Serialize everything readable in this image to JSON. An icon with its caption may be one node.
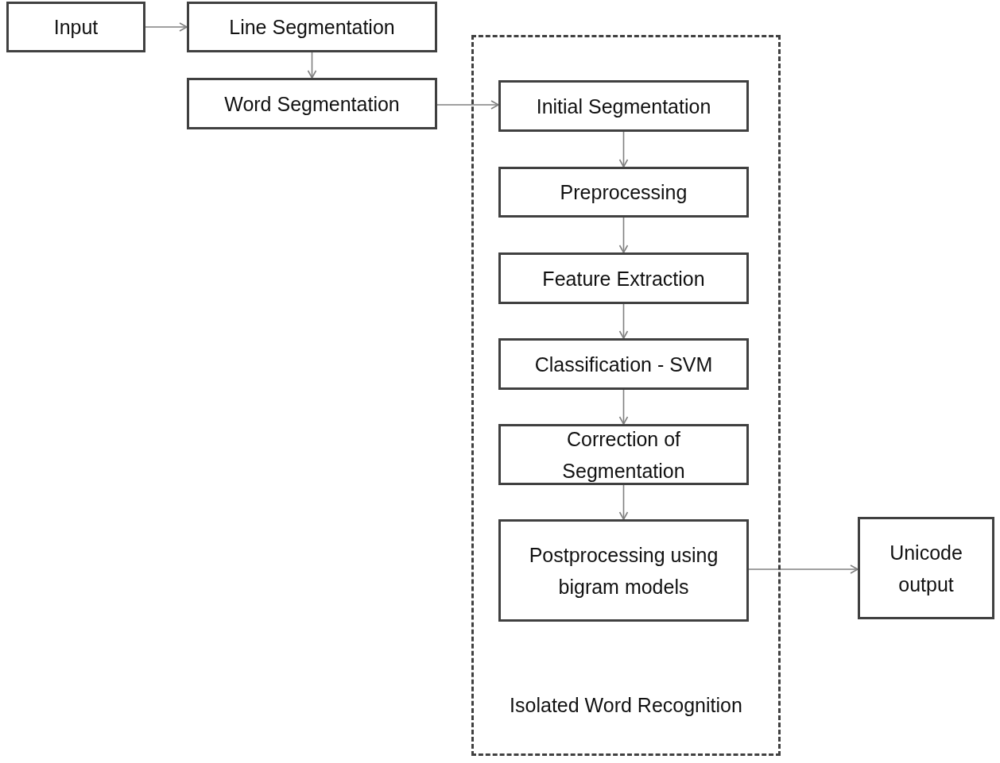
{
  "diagram": {
    "nodes": [
      {
        "text": [
          "Input"
        ]
      },
      {
        "text": [
          "Line Segmentation"
        ]
      },
      {
        "text": [
          "Word Segmentation"
        ]
      },
      {
        "text": [
          "Isolated Word Recognition"
        ]
      },
      {
        "text": [
          "Initial Segmentation"
        ],
        "in": 3
      },
      {
        "text": [
          "Preprocessing"
        ],
        "in": 3
      },
      {
        "text": [
          "Feature Extraction"
        ],
        "in": 3
      },
      {
        "text": [
          "Classification - SVM"
        ],
        "in": 3
      },
      {
        "text": [
          "Correction of Segmentation"
        ],
        "in": 3
      },
      {
        "text": [
          "Postprocessing using bigram models"
        ],
        "in": 3
      },
      {
        "text": [
          "Unicode output"
        ]
      }
    ],
    "edges": [
      {
        "from": 0,
        "to": 1,
        "arrow": "to"
      },
      {
        "from": 1,
        "to": 2,
        "arrow": "to"
      },
      {
        "from": 2,
        "to": 4,
        "arrow": "to"
      },
      {
        "from": 4,
        "to": 5,
        "arrow": "to"
      },
      {
        "from": 5,
        "to": 6,
        "arrow": "to"
      },
      {
        "from": 6,
        "to": 7,
        "arrow": "to"
      },
      {
        "from": 7,
        "to": 8,
        "arrow": "to"
      },
      {
        "from": 8,
        "to": 9,
        "arrow": "to"
      },
      {
        "from": 9,
        "to": 10,
        "arrow": "to"
      }
    ]
  }
}
